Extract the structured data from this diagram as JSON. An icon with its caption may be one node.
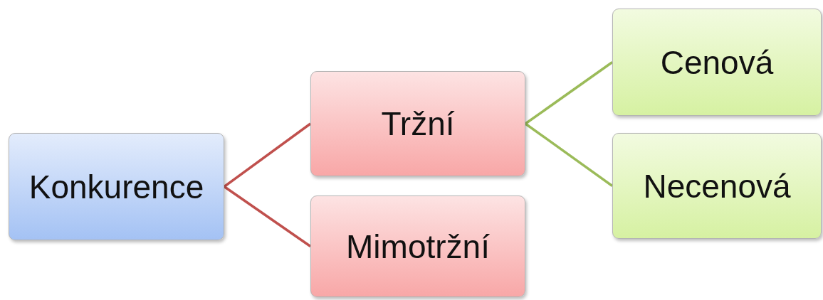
{
  "diagram": {
    "nodes": [
      {
        "text": [
          "Konkurence"
        ]
      },
      {
        "text": [
          "Tržní"
        ]
      },
      {
        "text": [
          "Mimotržní"
        ]
      },
      {
        "text": [
          "Cenová"
        ]
      },
      {
        "text": [
          "Necenová"
        ]
      }
    ],
    "edges": [
      {
        "from": 0,
        "to": 1,
        "arrow": "none",
        "color": "#c0504d"
      },
      {
        "from": 0,
        "to": 2,
        "arrow": "none",
        "color": "#c0504d"
      },
      {
        "from": 1,
        "to": 3,
        "arrow": "none",
        "color": "#9bbb59"
      },
      {
        "from": 1,
        "to": 4,
        "arrow": "none",
        "color": "#9bbb59"
      }
    ]
  }
}
